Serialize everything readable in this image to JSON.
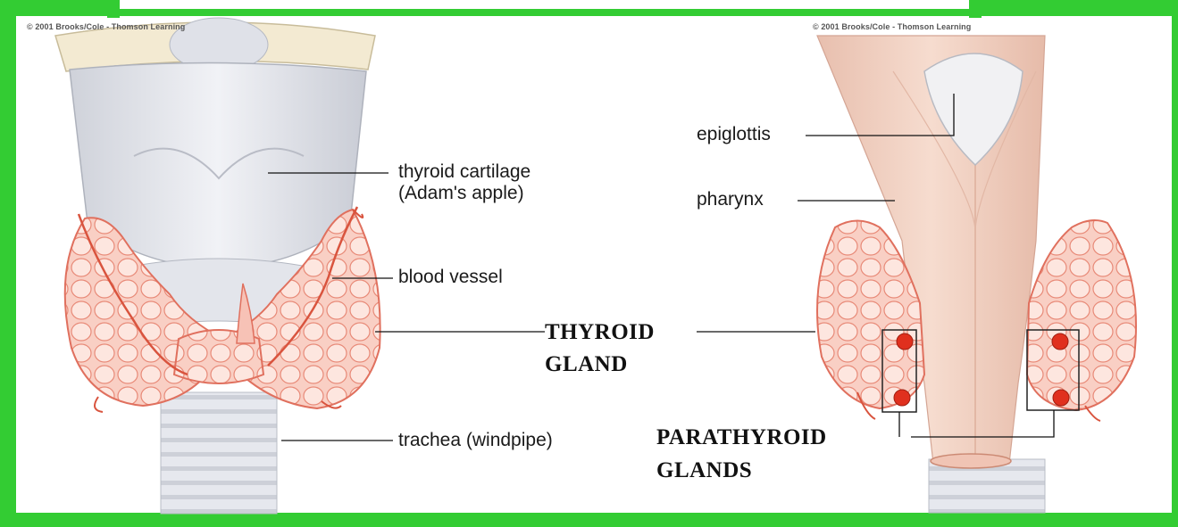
{
  "copyright": {
    "left": "© 2001 Brooks/Cole - Thomson Learning",
    "right": "© 2001 Brooks/Cole - Thomson Learning"
  },
  "labels": {
    "thyroid_cartilage_1": "thyroid cartilage",
    "thyroid_cartilage_2": "(Adam's apple)",
    "blood_vessel": "blood vessel",
    "trachea": "trachea (windpipe)",
    "epiglottis": "epiglottis",
    "pharynx": "pharynx",
    "thyroid_gland_1": "THYROID",
    "thyroid_gland_2": "GLAND",
    "parathyroid_1": "PARATHYROID",
    "parathyroid_2": "GLANDS"
  },
  "colors": {
    "frame": "#33cc33",
    "gland_fill": "#f8c9c0",
    "gland_stroke": "#e0705e",
    "cartilage": "#e4e6ec",
    "pharynx": "#f3d5c8",
    "parathyroid": "#e0301e"
  }
}
